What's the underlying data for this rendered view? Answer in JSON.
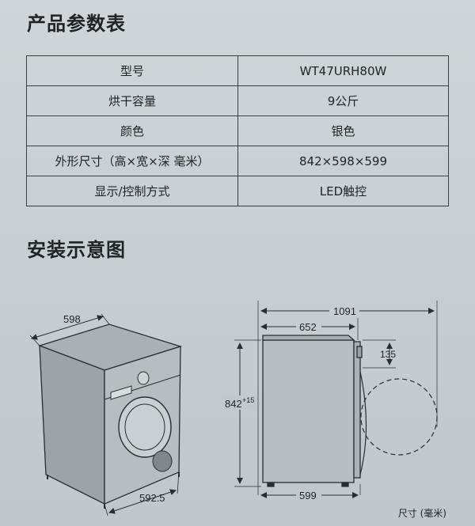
{
  "params_title": "产品参数表",
  "params": [
    {
      "label": "型号",
      "value": "WT47URH80W"
    },
    {
      "label": "烘干容量",
      "value": "9公斤"
    },
    {
      "label": "颜色",
      "value": "银色"
    },
    {
      "label": "外形尺寸（高×宽×深 毫米）",
      "value": "842×598×599"
    },
    {
      "label": "显示/控制方式",
      "value": "LED触控"
    }
  ],
  "install_title": "安装示意图",
  "diagram_labels": {
    "width_top": "598",
    "depth_bottom": "592.5",
    "total_depth": "1091",
    "body_depth": "652",
    "door_offset": "135",
    "height": "842",
    "height_tol": "+15",
    "base_depth": "599"
  },
  "unit_note": "尺寸 (毫米)"
}
